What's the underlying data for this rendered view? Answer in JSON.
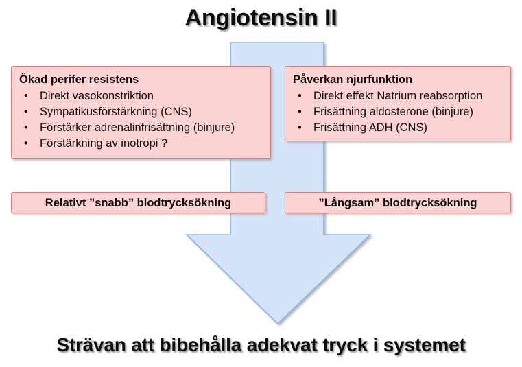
{
  "page": {
    "title": "Angiotensin II",
    "summary": "Strävan att bibehålla adekvat tryck i systemet"
  },
  "colors": {
    "arrow_fill": "#d4e3f8",
    "arrow_stroke": "#8cb2dd",
    "box_fill": "#fbd3d2",
    "box_border": "#d4807c",
    "text": "#0d0d0d"
  },
  "arrow": {
    "name": "down-arrow",
    "direction": "down"
  },
  "boxes": {
    "peripheral_resistance": {
      "title": "Ökad perifer resistens",
      "bullet": "•",
      "items": [
        "Direkt vasokonstriktion",
        "Sympatikusförstärkning (CNS)",
        "Förstärker adrenalinfrisättning (binjure)",
        "Förstärkning av inotropi ?"
      ]
    },
    "kidney_function": {
      "title": "Påverkan njurfunktion",
      "bullet": "•",
      "items": [
        "Direkt effekt Natrium reabsorption",
        "Frisättning aldosterone (binjure)",
        "Frisättning ADH (CNS)"
      ]
    },
    "fast_bp_rise": {
      "label": "Relativt ”snabb” blodtrycksökning"
    },
    "slow_bp_rise": {
      "label": "”Långsam” blodtrycksökning"
    }
  }
}
